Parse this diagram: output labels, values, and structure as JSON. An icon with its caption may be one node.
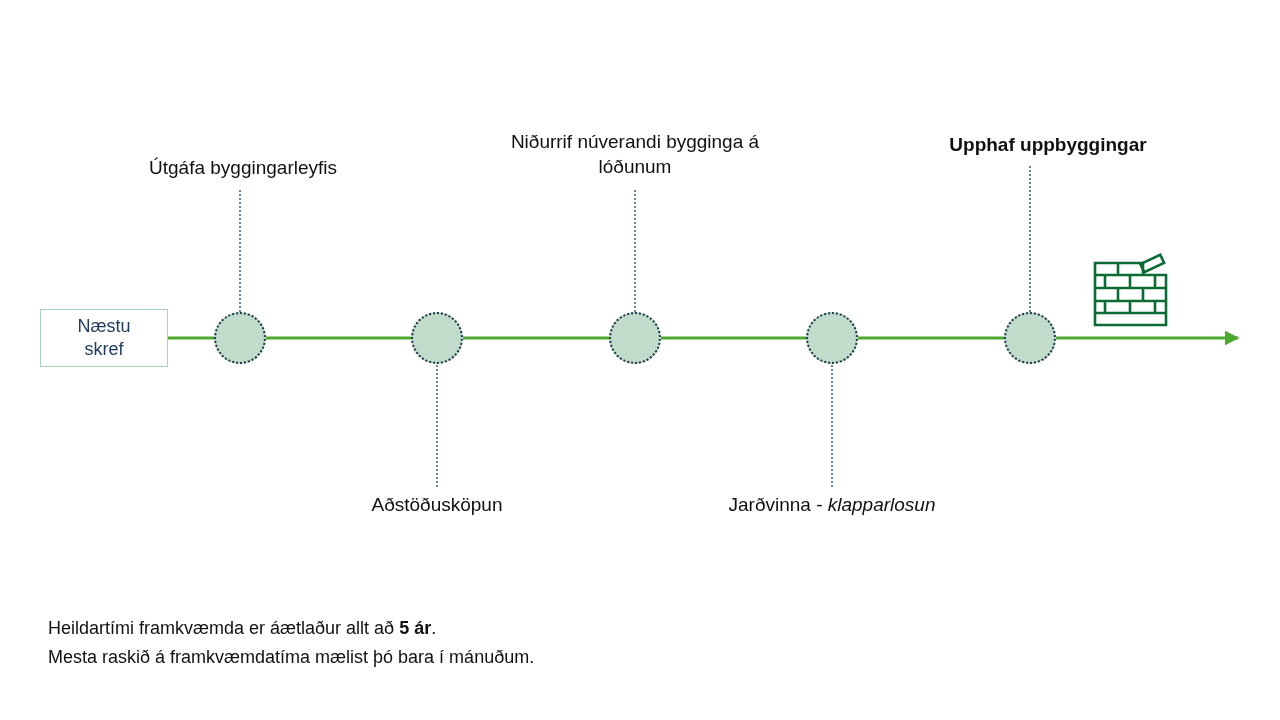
{
  "diagram": {
    "nodes": [
      {
        "text": [
          "Næstu skref"
        ]
      },
      {
        "text": [],
        "shape": "circle"
      },
      {
        "text": [],
        "shape": "circle"
      },
      {
        "text": [],
        "shape": "circle"
      },
      {
        "text": [],
        "shape": "circle"
      },
      {
        "text": [],
        "shape": "circle"
      },
      {
        "text": [
          "Útgáfa byggingarleyfis"
        ]
      },
      {
        "text": [
          "Aðstöðusköpun"
        ]
      },
      {
        "text": [
          "Niðurrif núverandi bygginga á lóðunum"
        ]
      },
      {
        "text": [
          "Jarðvinna - *klapparlosun*"
        ]
      },
      {
        "text": [
          "Upphaf uppbyggingar"
        ]
      }
    ],
    "edges": [
      {
        "from": 0,
        "to": 1,
        "arrow": "none"
      },
      {
        "from": 1,
        "to": 2,
        "arrow": "none"
      },
      {
        "from": 2,
        "to": 3,
        "arrow": "none"
      },
      {
        "from": 3,
        "to": 4,
        "arrow": "none"
      },
      {
        "from": 4,
        "to": 5,
        "arrow": "none"
      },
      {
        "from": 5,
        "to": null,
        "arrow": "to"
      },
      {
        "from": 6,
        "to": 1,
        "arrow": "none",
        "style": "dashed",
        "color": "#2e5d7d"
      },
      {
        "from": 7,
        "to": 2,
        "arrow": "none",
        "style": "dashed",
        "color": "#2e5d7d"
      },
      {
        "from": 8,
        "to": 3,
        "arrow": "none",
        "style": "dashed",
        "color": "#2e5d7d"
      },
      {
        "from": 9,
        "to": 4,
        "arrow": "none",
        "style": "dashed",
        "color": "#2e5d7d"
      },
      {
        "from": 10,
        "to": 5,
        "arrow": "none",
        "style": "dashed",
        "color": "#2e5d7d"
      }
    ],
    "labels": [
      "Heildartími framkvæmda er áætlaður allt að **5 ár**.",
      "Mesta raskið á framkvæmdatíma mælist þó bara í mánuðum."
    ]
  }
}
